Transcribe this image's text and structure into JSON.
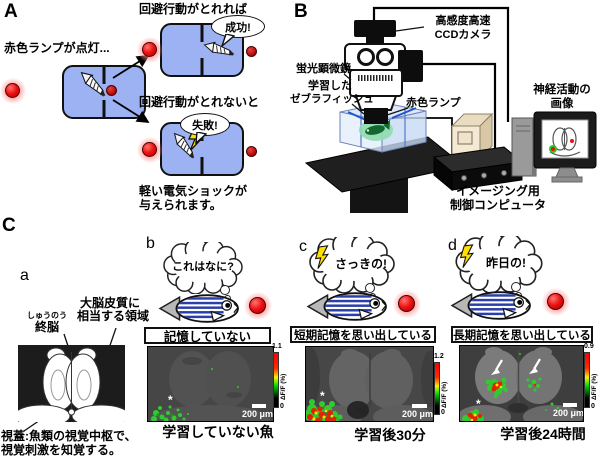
{
  "figure": {
    "panelA_label": "A",
    "panelB_label": "B",
    "panelC_label": "C"
  },
  "panelA": {
    "intro": "赤色ランプが点灯...",
    "success_condition": "回避行動がとれれば",
    "success_bubble": "成功!",
    "fail_condition": "回避行動がとれないと",
    "fail_bubble": "失敗!",
    "shock_note_line1": "軽い電気ショックが",
    "shock_note_line2": "与えられます。"
  },
  "panelB": {
    "camera_line1": "高感度高速",
    "camera_line2": "CCDカメラ",
    "microscope": "蛍光顕微鏡",
    "fish_line1": "学習した",
    "fish_line2": "ゼブラフィッシュ",
    "lamp": "赤色ランプ",
    "monitor_line1": "神経活動の",
    "monitor_line2": "画像",
    "computer_line1": "イメージング用",
    "computer_line2": "制御コンピュータ"
  },
  "panelC": {
    "a": {
      "label": "a",
      "furigana": "しゅうのう",
      "telencephalon": "終脳",
      "cortex_line1": "大脳皮質に",
      "cortex_line2": "相当する領域",
      "note_line1": "視蓋:魚類の視覚中枢で、",
      "note_line2": "視覚刺激を知覚する。"
    },
    "b": {
      "label": "b",
      "thought": "これはなに?",
      "status": "記憶していない",
      "marker": "*",
      "scale": "200 μm",
      "cbar_max": "1.1",
      "cbar_min": "0",
      "cbar_unit": "ΔF/F (%)",
      "caption": "学習していない魚"
    },
    "c": {
      "label": "c",
      "thought": "さっきの!",
      "status": "短期記憶を思い出している",
      "marker": "*",
      "scale": "200 μm",
      "cbar_max": "1.2",
      "cbar_min": "0",
      "cbar_unit": "ΔF/F (%)",
      "caption": "学習後30分"
    },
    "d": {
      "label": "d",
      "thought": "昨日の!",
      "status": "長期記憶を思い出している",
      "marker": "*",
      "scale": "200 μm",
      "cbar_max": "0.9",
      "cbar_min": "0",
      "cbar_unit": "ΔF/F (%)",
      "caption": "学習後24時間"
    }
  },
  "colors": {
    "lamp_red": "#ee1111",
    "tank_blue": "#9db2f2",
    "activity_green": "#2ecc2e",
    "activity_red": "#e52200",
    "activity_yellow": "#ffe000",
    "lightning_yellow": "#ffdf00"
  }
}
